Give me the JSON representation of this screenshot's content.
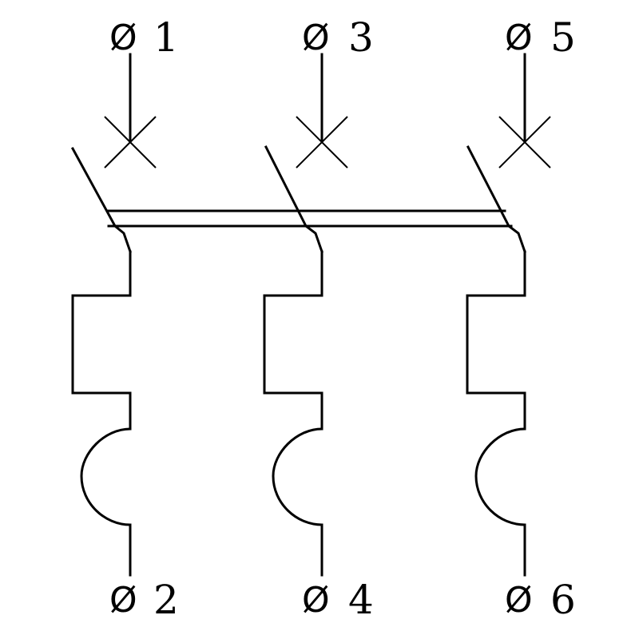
{
  "diagram": {
    "color": "#000000",
    "background": "#ffffff",
    "poles": [
      {
        "id": "pole-1",
        "top_terminal": {
          "symbol": "Ø",
          "number": "1"
        },
        "bottom_terminal": {
          "symbol": "Ø",
          "number": "2"
        }
      },
      {
        "id": "pole-2",
        "top_terminal": {
          "symbol": "Ø",
          "number": "3"
        },
        "bottom_terminal": {
          "symbol": "Ø",
          "number": "4"
        }
      },
      {
        "id": "pole-3",
        "top_terminal": {
          "symbol": "Ø",
          "number": "5"
        },
        "bottom_terminal": {
          "symbol": "Ø",
          "number": "6"
        }
      }
    ]
  }
}
